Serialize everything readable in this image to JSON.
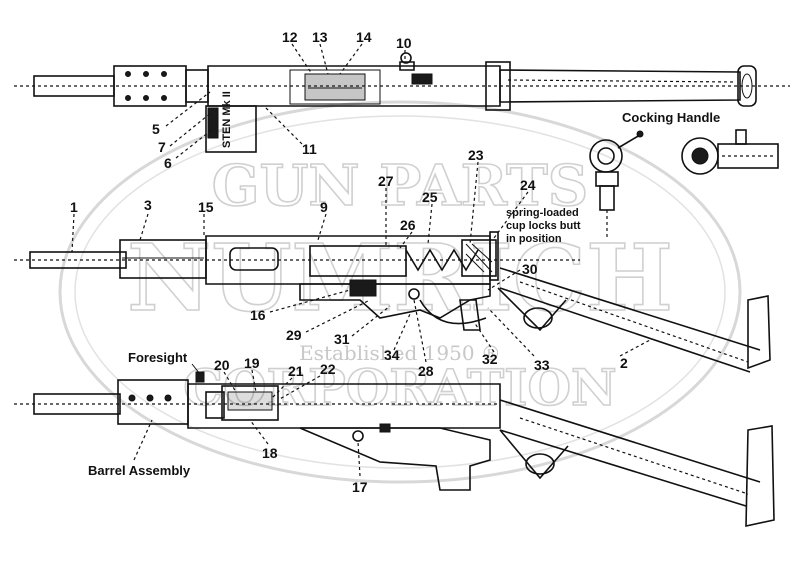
{
  "watermark": {
    "line1": "GUN PARTS",
    "line2": "NUMRICH",
    "line3": "CORPORATION",
    "established": "Established 1950 ®"
  },
  "headings": {
    "cocking_handle": "Cocking Handle",
    "foresight": "Foresight",
    "barrel_assembly": "Barrel Assembly",
    "note_line1": "spring-loaded",
    "note_line2": "cup locks butt",
    "note_line3": "in position"
  },
  "stamp_text": "STEN Mk II",
  "callouts": {
    "n1": "1",
    "n2": "2",
    "n3": "3",
    "n5": "5",
    "n6": "6",
    "n7": "7",
    "n9": "9",
    "n10": "10",
    "n11": "11",
    "n12": "12",
    "n13": "13",
    "n14": "14",
    "n15": "15",
    "n16": "16",
    "n17": "17",
    "n18": "18",
    "n19": "19",
    "n20": "20",
    "n21": "21",
    "n22": "22",
    "n23": "23",
    "n24": "24",
    "n25": "25",
    "n26": "26",
    "n27": "27",
    "n28": "28",
    "n29": "29",
    "n30": "30",
    "n31": "31",
    "n32": "32",
    "n33": "33",
    "n34": "34"
  }
}
